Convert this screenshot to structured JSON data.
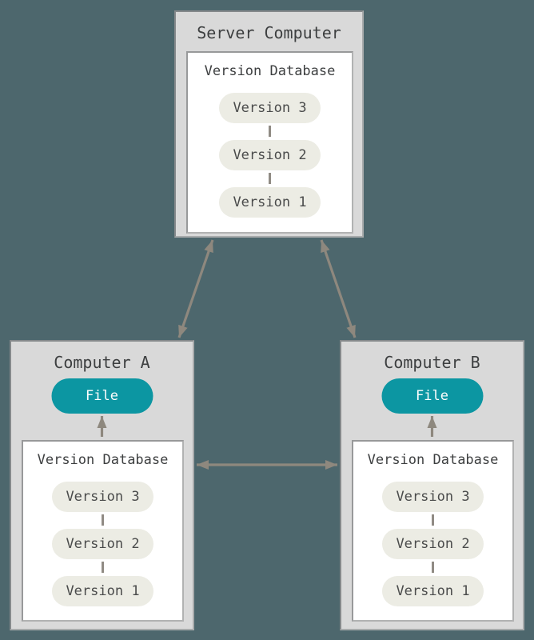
{
  "colors": {
    "background": "#4d676d",
    "machine_box_fill": "#d9d9d9",
    "database_box_fill": "#ffffff",
    "version_pill_fill": "#ecece4",
    "file_pill_fill": "#0c96a2",
    "arrow": "#8e887e",
    "text": "#3d3f40"
  },
  "server": {
    "title": "Server Computer",
    "database_label": "Version Database",
    "versions": [
      "Version 3",
      "Version 2",
      "Version 1"
    ]
  },
  "computer_a": {
    "title": "Computer A",
    "file_label": "File",
    "database_label": "Version Database",
    "versions": [
      "Version 3",
      "Version 2",
      "Version 1"
    ]
  },
  "computer_b": {
    "title": "Computer B",
    "file_label": "File",
    "database_label": "Version Database",
    "versions": [
      "Version 3",
      "Version 2",
      "Version 1"
    ]
  },
  "connections": [
    {
      "from": "server-computer",
      "to": "computer-a",
      "type": "bidirectional"
    },
    {
      "from": "server-computer",
      "to": "computer-b",
      "type": "bidirectional"
    },
    {
      "from": "computer-a",
      "to": "computer-b",
      "type": "bidirectional"
    },
    {
      "from": "computer-a-version-database",
      "to": "computer-a-file",
      "type": "up"
    },
    {
      "from": "computer-b-version-database",
      "to": "computer-b-file",
      "type": "up"
    }
  ]
}
